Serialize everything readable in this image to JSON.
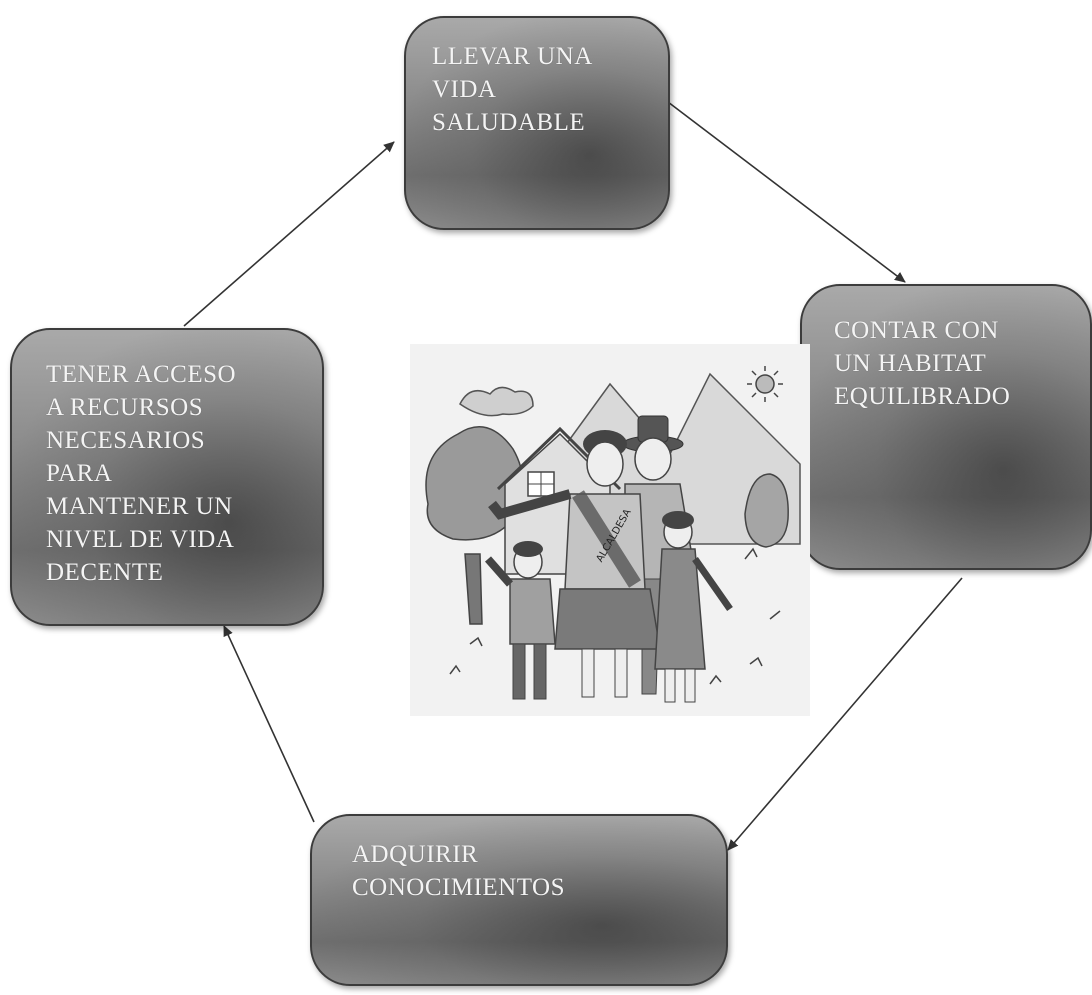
{
  "diagram": {
    "nodes": [
      {
        "id": "top",
        "text": "LLEVAR UNA\nVIDA\nSALUDABLE"
      },
      {
        "id": "right",
        "text": "CONTAR CON\nUN HABITAT\nEQUILIBRADO"
      },
      {
        "id": "bottom",
        "text": "ADQUIRIR\nCONOCIMIENTOS"
      },
      {
        "id": "left",
        "text": "TENER ACCESO\nA RECURSOS\nNECESARIOS\nPARA\nMANTENER UN\nNIVEL DE VIDA\nDECENTE"
      }
    ],
    "edges": [
      {
        "from": "top",
        "to": "right"
      },
      {
        "from": "right",
        "to": "bottom"
      },
      {
        "from": "bottom",
        "to": "left"
      },
      {
        "from": "left",
        "to": "top"
      }
    ]
  },
  "illustration": {
    "description_icon": "family-illustration-icon",
    "sash_text": "ALCALDESA"
  }
}
